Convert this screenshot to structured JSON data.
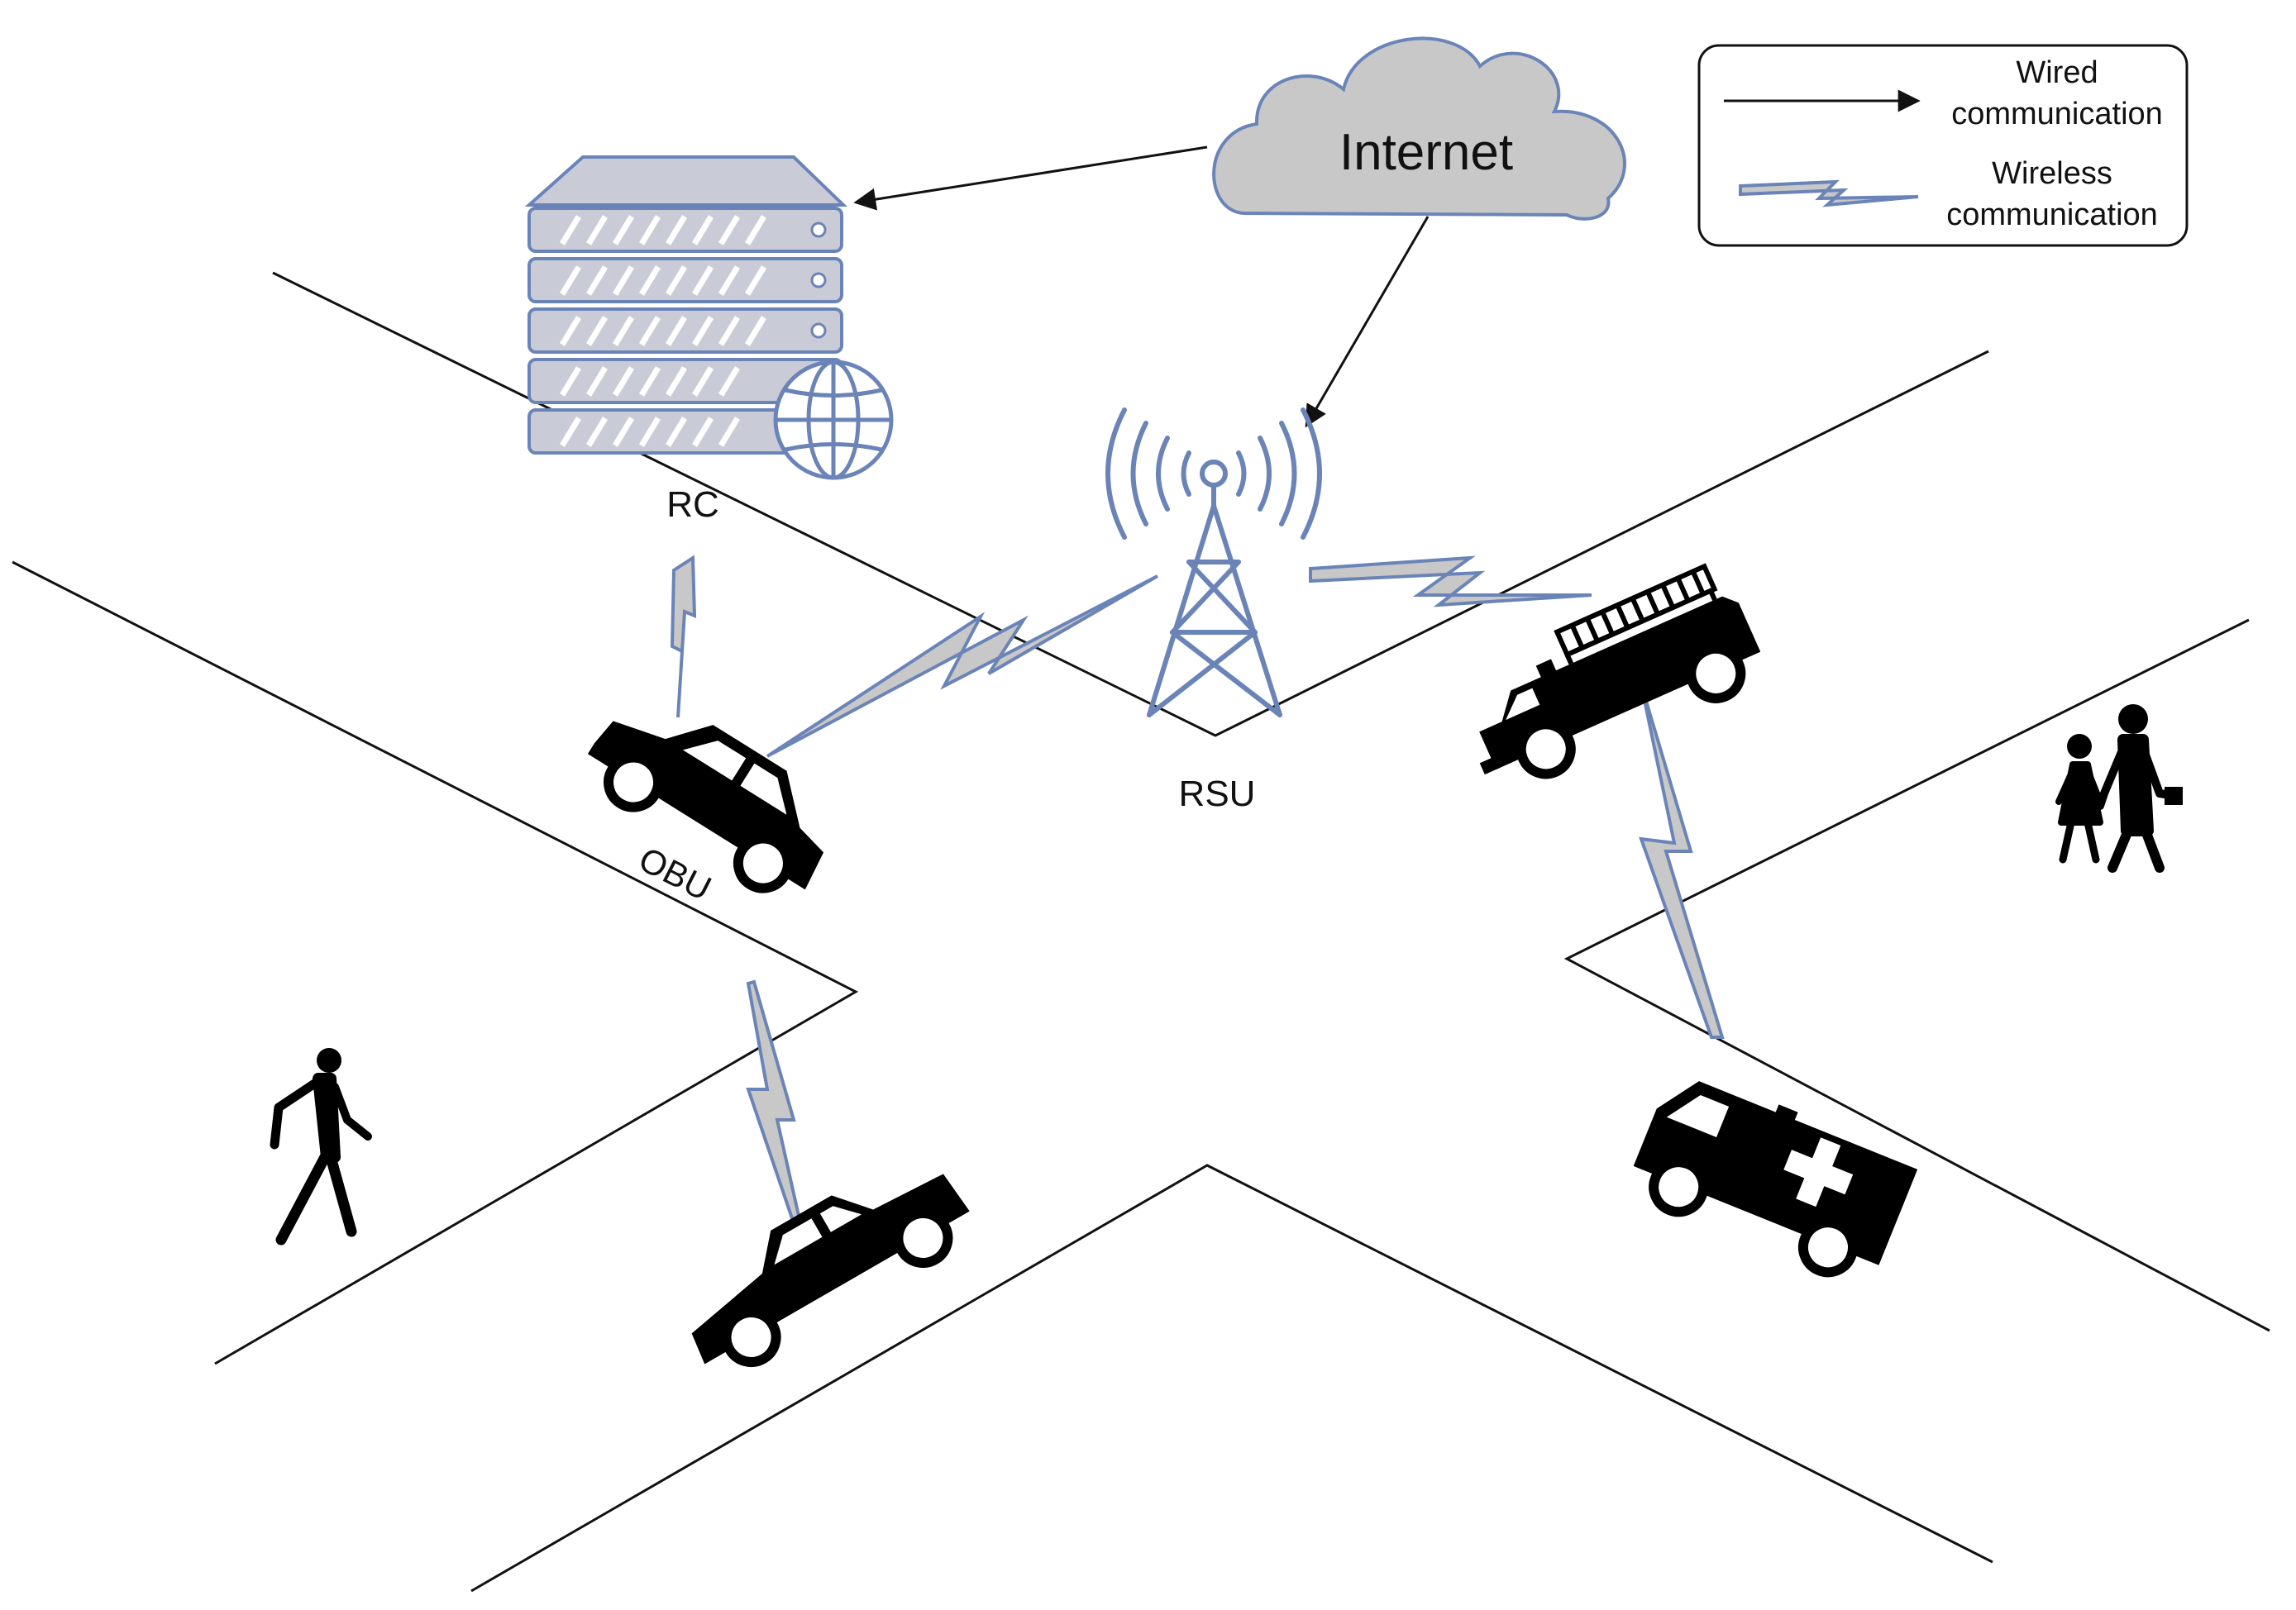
{
  "cloud": {
    "label": "Internet"
  },
  "nodes": {
    "rc": {
      "label": "RC"
    },
    "rsu": {
      "label": "RSU"
    },
    "obu": {
      "label": "OBU"
    }
  },
  "legend": {
    "wired_line1": "Wired",
    "wired_line2": "communication",
    "wireless_line1": "Wireless",
    "wireless_line2": "communication"
  },
  "colors": {
    "accent_blue": "#6b84b8",
    "cloud_fill": "#c8c8c8",
    "server_fill": "#c9cbd6",
    "ink": "#111111"
  },
  "icons": [
    "server-icon",
    "globe-icon",
    "antenna-tower-icon",
    "car-icon",
    "sedan-icon",
    "fire-truck-icon",
    "ambulance-icon",
    "pedestrian-icon",
    "pedestrian-pair-icon",
    "cloud-icon"
  ]
}
